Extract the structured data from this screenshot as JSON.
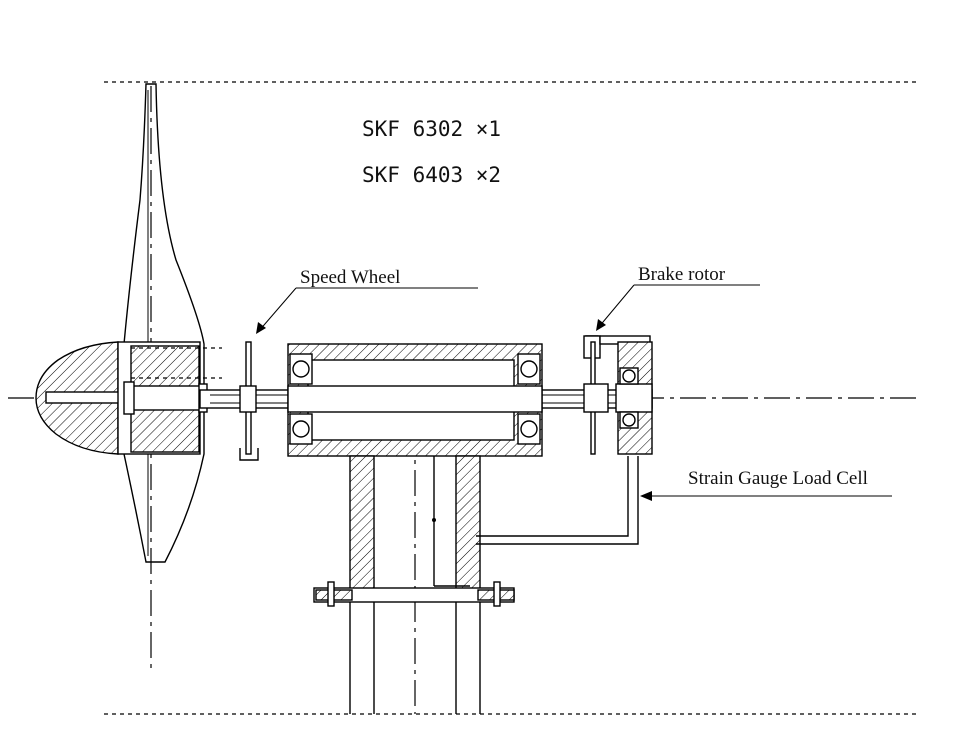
{
  "bearings": {
    "line1": "SKF 6302 ×1",
    "line2": "SKF 6403 ×2"
  },
  "labels": {
    "speed_wheel": "Speed Wheel",
    "brake_rotor": "Brake rotor",
    "load_cell": "Strain Gauge Load Cell"
  }
}
